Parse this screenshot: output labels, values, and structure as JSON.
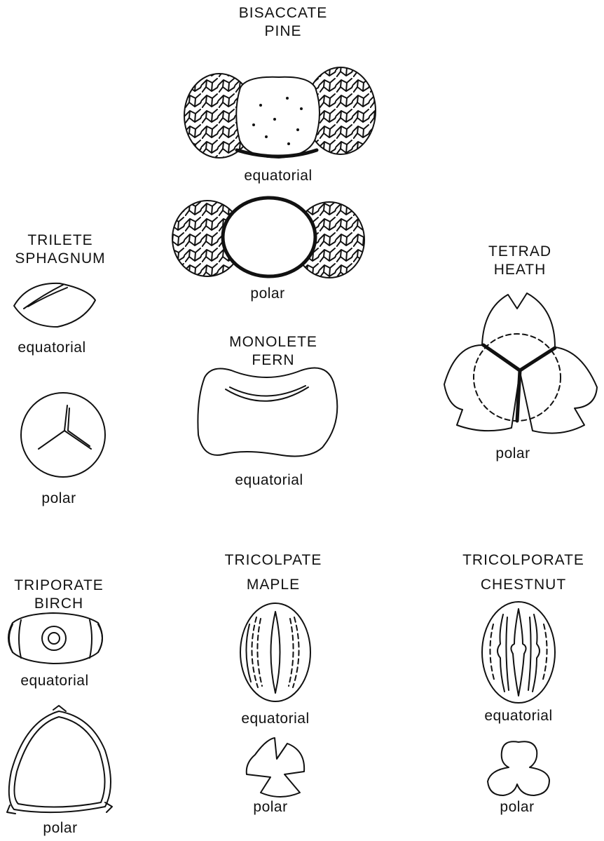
{
  "groups": {
    "bisaccate": {
      "type": "BISACCATE",
      "genus": "PINE",
      "view1": "equatorial",
      "view2": "polar"
    },
    "trilete": {
      "type": "TRILETE",
      "genus": "SPHAGNUM",
      "view1": "equatorial",
      "view2": "polar"
    },
    "tetrad": {
      "type": "TETRAD",
      "genus": "HEATH",
      "view1": "polar"
    },
    "monolete": {
      "type": "MONOLETE",
      "genus": "FERN",
      "view1": "equatorial"
    },
    "triporate": {
      "type": "TRIPORATE",
      "genus": "BIRCH",
      "view1": "equatorial",
      "view2": "polar"
    },
    "tricolpate": {
      "type": "TRICOLPATE",
      "genus": "MAPLE",
      "view1": "equatorial",
      "view2": "polar"
    },
    "tricolporate": {
      "type": "TRICOLPORATE",
      "genus": "CHESTNUT",
      "view1": "equatorial",
      "view2": "polar"
    }
  }
}
